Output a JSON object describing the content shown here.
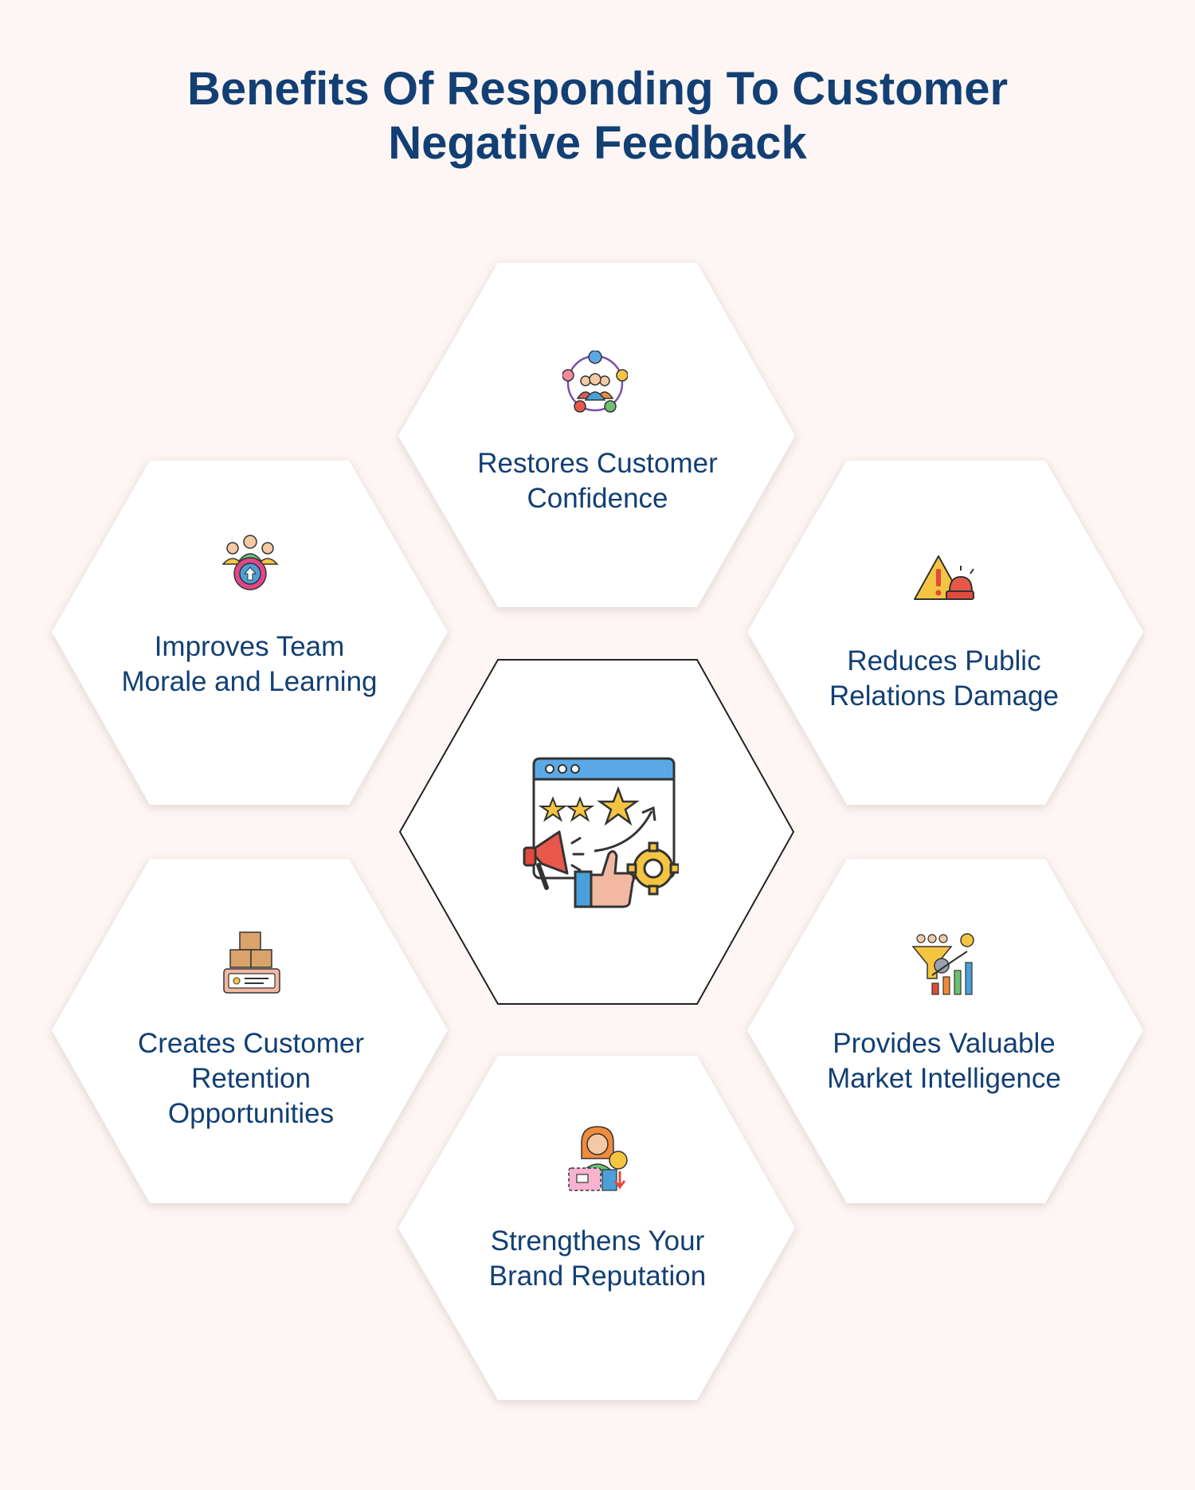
{
  "title": "Benefits Of Responding To Customer\nNegative Feedback",
  "benefits": [
    {
      "label": "Restores Customer Confidence",
      "icon": "customer-circle-icon"
    },
    {
      "label": "Improves Team Morale and Learning",
      "icon": "team-gear-icon"
    },
    {
      "label": "Reduces Public Relations Damage",
      "icon": "warning-siren-icon"
    },
    {
      "label": "Creates Customer Retention Opportunities",
      "icon": "boxes-card-icon"
    },
    {
      "label": "Provides Valuable Market Intelligence",
      "icon": "funnel-chart-icon"
    },
    {
      "label": "Strengthens Your Brand Reputation",
      "icon": "brand-reputation-icon"
    }
  ],
  "center": {
    "icon": "feedback-rating-icon"
  },
  "colors": {
    "title": "#123f74",
    "background": "#fdf6f4",
    "hex_fill": "#ffffff"
  }
}
